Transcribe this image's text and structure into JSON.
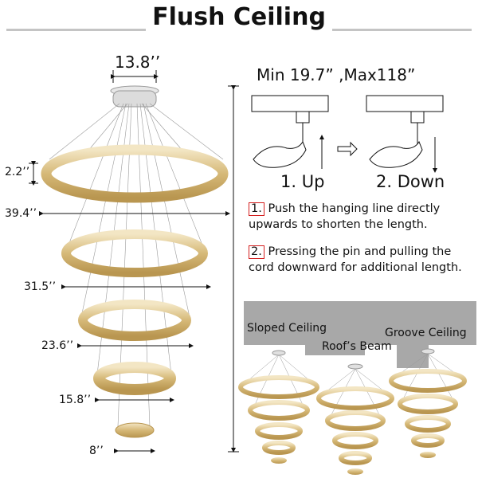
{
  "header": {
    "title": "Flush Ceiling"
  },
  "dimensions": {
    "canopy_width": "13.8’’",
    "ring_thickness": "2.2’’",
    "ring_1": "39.4’’",
    "ring_2": "31.5’’",
    "ring_3": "23.6’’",
    "ring_4": "15.8’’",
    "ring_5": "8’’"
  },
  "adjustment": {
    "range": "Min 19.7” ,Max118”",
    "step1_label": "1. Up",
    "step2_label": "2. Down",
    "instructions": [
      {
        "number": "1.",
        "text": "Push the hanging line directly upwards to shorten the length."
      },
      {
        "number": "2.",
        "text": "Pressing the pin and pulling the cord downward for additional length."
      }
    ]
  },
  "ceiling_types": {
    "sloped": "Sloped Ceiling",
    "beam": "Roof’s Beam",
    "groove": "Groove Ceiling"
  },
  "colors": {
    "ceiling_gray": "#a8a8a8",
    "highlight_red": "#d42020",
    "crystal_gold": "#d9c08a"
  }
}
